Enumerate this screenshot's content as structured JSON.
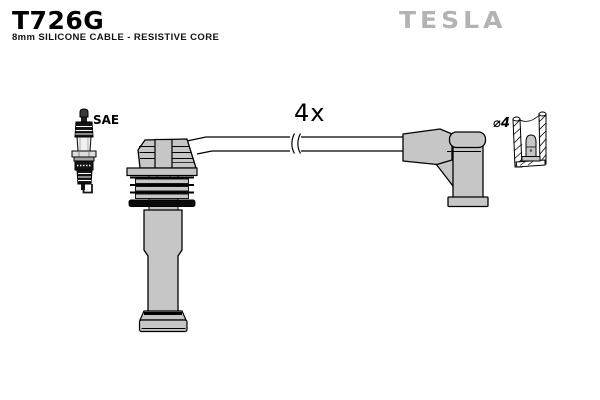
{
  "header": {
    "part_number": "T726G",
    "subtitle": "8mm SILICONE CABLE - RESISTIVE CORE",
    "brand": "TESLA"
  },
  "labels": {
    "spark_plug_standard": "SAE",
    "quantity": "4x",
    "terminal_diameter": "⌀4"
  },
  "colors": {
    "part_fill": "#c6c6c6",
    "outline": "#000000",
    "brand_gray": "#b3b3b3",
    "background": "#ffffff"
  }
}
